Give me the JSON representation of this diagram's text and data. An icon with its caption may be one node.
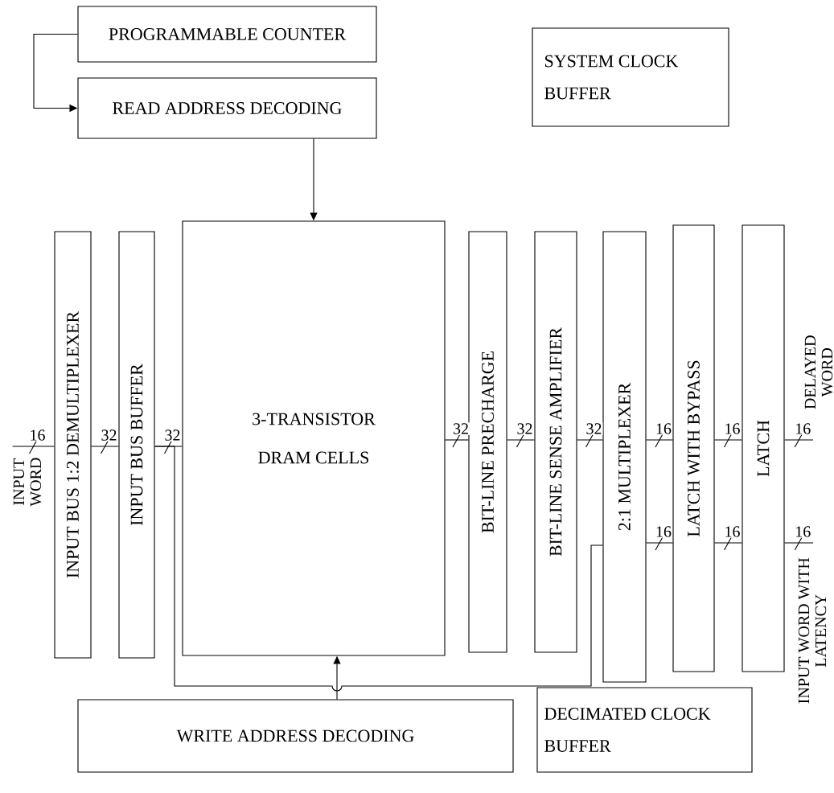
{
  "diagram": {
    "nodes": [
      {
        "text": [
          "PROGRAMMABLE COUNTER"
        ]
      },
      {
        "text": [
          "SYSTEM CLOCK BUFFER"
        ]
      },
      {
        "text": [
          "READ ADDRESS DECODING"
        ]
      },
      {
        "text": [
          "INPUT WORD"
        ]
      },
      {
        "text": [
          "INPUT BUS 1:2 DEMULTIPLEXER"
        ]
      },
      {
        "text": [
          "INPUT BUS BUFFER"
        ]
      },
      {
        "text": [
          "3-TRANSISTOR DRAM CELLS"
        ]
      },
      {
        "text": [
          "BIT-LINE PRECHARGE"
        ]
      },
      {
        "text": [
          "BIT-LINE SENSE AMPLIFIER"
        ]
      },
      {
        "text": [
          "2:1 MULTIPLEXER"
        ]
      },
      {
        "text": [
          "LATCH WITH BYPASS"
        ]
      },
      {
        "text": [
          "LATCH"
        ]
      },
      {
        "text": [
          "DELAYED WORD"
        ]
      },
      {
        "text": [
          "INPUT WORD WITH LATENCY"
        ]
      },
      {
        "text": [
          "WRITE ADDRESS DECODING"
        ]
      },
      {
        "text": [
          "DECIMATED CLOCK BUFFER"
        ]
      }
    ],
    "edges": [
      {
        "from": 0,
        "to": 2,
        "arrow": "to"
      },
      {
        "from": 2,
        "to": 6,
        "arrow": "to"
      },
      {
        "from": 3,
        "to": 4,
        "arrow": "none",
        "label": "16"
      },
      {
        "from": 4,
        "to": 5,
        "arrow": "none",
        "label": "32"
      },
      {
        "from": 5,
        "to": 6,
        "arrow": "none",
        "label": "32"
      },
      {
        "from": 6,
        "to": 7,
        "arrow": "none",
        "label": "32"
      },
      {
        "from": 7,
        "to": 8,
        "arrow": "none",
        "label": "32"
      },
      {
        "from": 8,
        "to": 9,
        "arrow": "none",
        "label": "32"
      },
      {
        "from": 9,
        "to": 10,
        "arrow": "none",
        "label": "16"
      },
      {
        "from": 10,
        "to": 11,
        "arrow": "none",
        "label": "16"
      },
      {
        "from": 11,
        "to": 12,
        "arrow": "none",
        "label": "16"
      },
      {
        "from": 9,
        "to": 10,
        "arrow": "none",
        "label": "16"
      },
      {
        "from": 10,
        "to": 11,
        "arrow": "none",
        "label": "16"
      },
      {
        "from": 11,
        "to": 13,
        "arrow": "none",
        "label": "16"
      },
      {
        "from": 14,
        "to": 6,
        "arrow": "to"
      },
      {
        "from": 5,
        "to": 9,
        "arrow": "none"
      }
    ]
  }
}
